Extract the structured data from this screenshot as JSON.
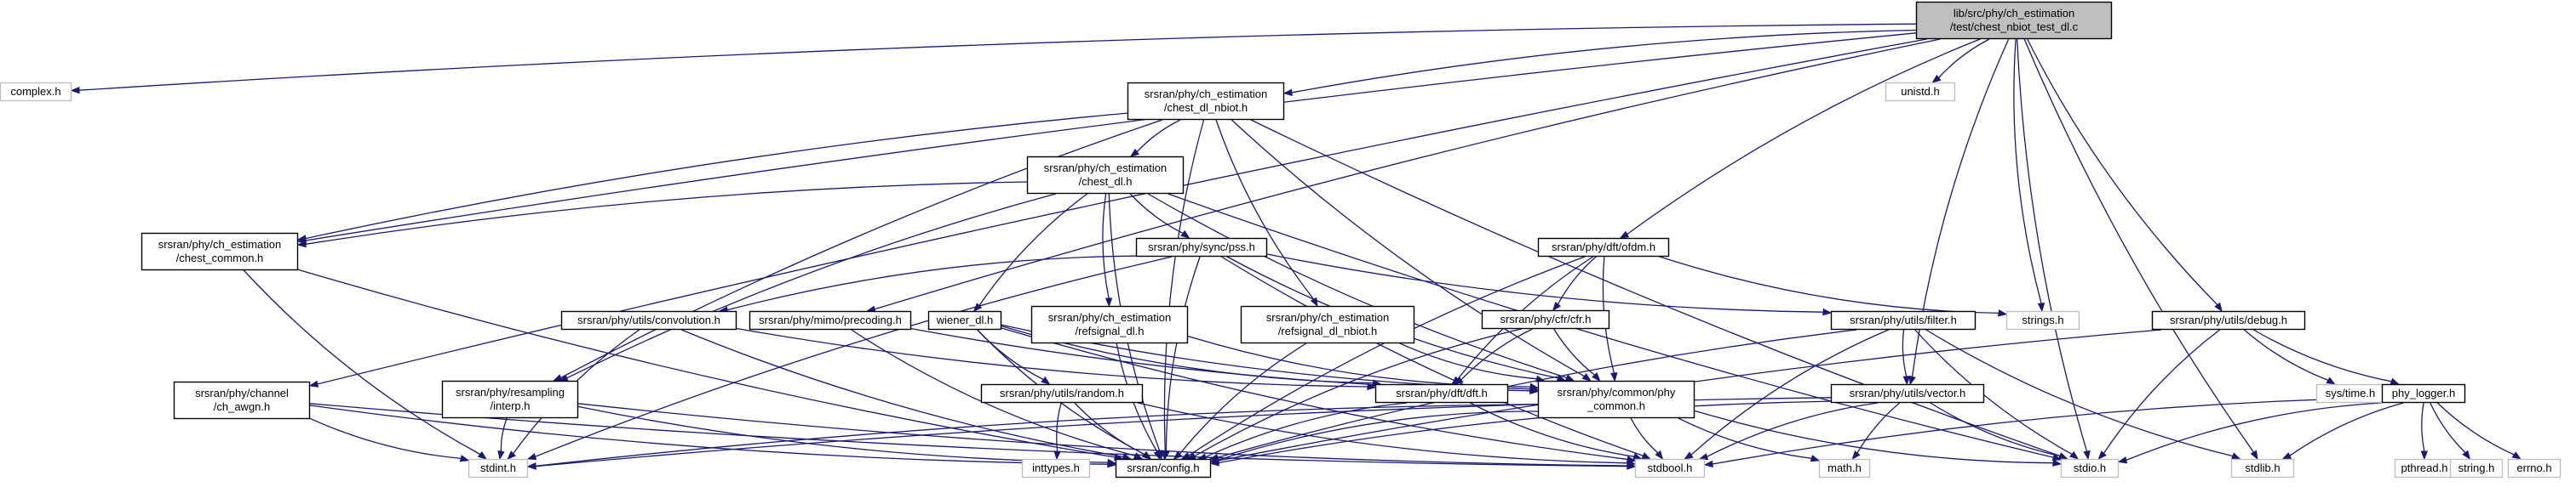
{
  "colors": {
    "edge": "#191970",
    "root_fill": "#bfbfbf",
    "node_border": "#000000",
    "plain_border": "#bfbfbf"
  },
  "nodes": {
    "root": {
      "lines": [
        "lib/src/phy/ch_estimation",
        "/test/chest_nbiot_test_dl.c"
      ],
      "kind": "root"
    },
    "complex": {
      "lines": [
        "complex.h"
      ],
      "kind": "plain"
    },
    "chest_dl_nbiot": {
      "lines": [
        "srsran/phy/ch_estimation",
        "/chest_dl_nbiot.h"
      ],
      "kind": "strong"
    },
    "unistd": {
      "lines": [
        "unistd.h"
      ],
      "kind": "plain"
    },
    "chest_dl": {
      "lines": [
        "srsran/phy/ch_estimation",
        "/chest_dl.h"
      ],
      "kind": "strong"
    },
    "chest_common": {
      "lines": [
        "srsran/phy/ch_estimation",
        "/chest_common.h"
      ],
      "kind": "strong"
    },
    "pss": {
      "lines": [
        "srsran/phy/sync/pss.h"
      ],
      "kind": "strong"
    },
    "ofdm": {
      "lines": [
        "srsran/phy/dft/ofdm.h"
      ],
      "kind": "strong"
    },
    "strings": {
      "lines": [
        "strings.h"
      ],
      "kind": "plain"
    },
    "debug": {
      "lines": [
        "srsran/phy/utils/debug.h"
      ],
      "kind": "strong"
    },
    "cfr": {
      "lines": [
        "srsran/phy/cfr/cfr.h"
      ],
      "kind": "strong"
    },
    "convolution": {
      "lines": [
        "srsran/phy/utils/convolution.h"
      ],
      "kind": "strong"
    },
    "precoding": {
      "lines": [
        "srsran/phy/mimo/precoding.h"
      ],
      "kind": "strong"
    },
    "wiener": {
      "lines": [
        "wiener_dl.h"
      ],
      "kind": "strong"
    },
    "refsignal_dl": {
      "lines": [
        "srsran/phy/ch_estimation",
        "/refsignal_dl.h"
      ],
      "kind": "strong"
    },
    "refsignal_dl_nbiot": {
      "lines": [
        "srsran/phy/ch_estimation",
        "/refsignal_dl_nbiot.h"
      ],
      "kind": "strong"
    },
    "filter": {
      "lines": [
        "srsran/phy/utils/filter.h"
      ],
      "kind": "strong"
    },
    "ch_awgn": {
      "lines": [
        "srsran/phy/channel",
        "/ch_awgn.h"
      ],
      "kind": "strong"
    },
    "interp": {
      "lines": [
        "srsran/phy/resampling",
        "/interp.h"
      ],
      "kind": "strong"
    },
    "random": {
      "lines": [
        "srsran/phy/utils/random.h"
      ],
      "kind": "strong"
    },
    "dft": {
      "lines": [
        "srsran/phy/dft/dft.h"
      ],
      "kind": "strong"
    },
    "phy_common": {
      "lines": [
        "srsran/phy/common/phy",
        "_common.h"
      ],
      "kind": "strong"
    },
    "vector": {
      "lines": [
        "srsran/phy/utils/vector.h"
      ],
      "kind": "strong"
    },
    "systime": {
      "lines": [
        "sys/time.h"
      ],
      "kind": "plain"
    },
    "phy_logger": {
      "lines": [
        "phy_logger.h"
      ],
      "kind": "strong"
    },
    "stdint": {
      "lines": [
        "stdint.h"
      ],
      "kind": "plain"
    },
    "inttypes": {
      "lines": [
        "inttypes.h"
      ],
      "kind": "plain"
    },
    "config": {
      "lines": [
        "srsran/config.h"
      ],
      "kind": "strong"
    },
    "stdbool": {
      "lines": [
        "stdbool.h"
      ],
      "kind": "plain"
    },
    "math": {
      "lines": [
        "math.h"
      ],
      "kind": "plain"
    },
    "stdio": {
      "lines": [
        "stdio.h"
      ],
      "kind": "plain"
    },
    "stdlib": {
      "lines": [
        "stdlib.h"
      ],
      "kind": "plain"
    },
    "pthread": {
      "lines": [
        "pthread.h"
      ],
      "kind": "plain"
    },
    "string": {
      "lines": [
        "string.h"
      ],
      "kind": "plain"
    },
    "errno": {
      "lines": [
        "errno.h"
      ],
      "kind": "plain"
    }
  },
  "edges": [
    [
      "root",
      "complex"
    ],
    [
      "root",
      "chest_dl_nbiot"
    ],
    [
      "root",
      "unistd"
    ],
    [
      "root",
      "chest_common"
    ],
    [
      "root",
      "ch_awgn"
    ],
    [
      "root",
      "precoding"
    ],
    [
      "root",
      "ofdm"
    ],
    [
      "root",
      "strings"
    ],
    [
      "root",
      "debug"
    ],
    [
      "root",
      "vector"
    ],
    [
      "root",
      "stdio"
    ],
    [
      "root",
      "stdlib"
    ],
    [
      "chest_dl_nbiot",
      "chest_dl"
    ],
    [
      "chest_dl_nbiot",
      "chest_common"
    ],
    [
      "chest_dl_nbiot",
      "interp"
    ],
    [
      "chest_dl_nbiot",
      "refsignal_dl_nbiot"
    ],
    [
      "chest_dl_nbiot",
      "phy_common"
    ],
    [
      "chest_dl_nbiot",
      "config"
    ],
    [
      "chest_dl_nbiot",
      "stdio"
    ],
    [
      "chest_dl",
      "chest_common"
    ],
    [
      "chest_dl",
      "pss"
    ],
    [
      "chest_dl",
      "wiener"
    ],
    [
      "chest_dl",
      "refsignal_dl"
    ],
    [
      "chest_dl",
      "interp"
    ],
    [
      "chest_dl",
      "phy_common"
    ],
    [
      "chest_dl",
      "config"
    ],
    [
      "chest_dl",
      "stdio"
    ],
    [
      "chest_common",
      "stdint"
    ],
    [
      "chest_common",
      "config"
    ],
    [
      "pss",
      "convolution"
    ],
    [
      "pss",
      "filter"
    ],
    [
      "pss",
      "phy_common"
    ],
    [
      "pss",
      "config"
    ],
    [
      "pss",
      "stdint"
    ],
    [
      "pss",
      "stdbool"
    ],
    [
      "ofdm",
      "cfr"
    ],
    [
      "ofdm",
      "dft"
    ],
    [
      "ofdm",
      "phy_common"
    ],
    [
      "ofdm",
      "config"
    ],
    [
      "ofdm",
      "strings"
    ],
    [
      "cfr",
      "dft"
    ],
    [
      "cfr",
      "phy_common"
    ],
    [
      "cfr",
      "config"
    ],
    [
      "convolution",
      "dft"
    ],
    [
      "convolution",
      "config"
    ],
    [
      "convolution",
      "stdint"
    ],
    [
      "precoding",
      "phy_common"
    ],
    [
      "precoding",
      "config"
    ],
    [
      "wiener",
      "random"
    ],
    [
      "wiener",
      "dft"
    ],
    [
      "wiener",
      "phy_common"
    ],
    [
      "wiener",
      "config"
    ],
    [
      "wiener",
      "stdbool"
    ],
    [
      "refsignal_dl",
      "phy_common"
    ],
    [
      "refsignal_dl",
      "config"
    ],
    [
      "refsignal_dl_nbiot",
      "phy_common"
    ],
    [
      "refsignal_dl_nbiot",
      "config"
    ],
    [
      "filter",
      "vector"
    ],
    [
      "filter",
      "config"
    ],
    [
      "filter",
      "stdbool"
    ],
    [
      "filter",
      "stdio"
    ],
    [
      "filter",
      "stdlib"
    ],
    [
      "ch_awgn",
      "stdint"
    ],
    [
      "ch_awgn",
      "config"
    ],
    [
      "ch_awgn",
      "stdbool"
    ],
    [
      "interp",
      "stdint"
    ],
    [
      "interp",
      "config"
    ],
    [
      "interp",
      "stdbool"
    ],
    [
      "random",
      "inttypes"
    ],
    [
      "random",
      "config"
    ],
    [
      "random",
      "stdbool"
    ],
    [
      "dft",
      "config"
    ],
    [
      "dft",
      "stdbool"
    ],
    [
      "phy_common",
      "config"
    ],
    [
      "phy_common",
      "stdbool"
    ],
    [
      "phy_common",
      "math"
    ],
    [
      "phy_common",
      "stdio"
    ],
    [
      "phy_common",
      "stdint"
    ],
    [
      "vector",
      "config"
    ],
    [
      "vector",
      "stdint"
    ],
    [
      "vector",
      "stdbool"
    ],
    [
      "vector",
      "math"
    ],
    [
      "vector",
      "stdio"
    ],
    [
      "debug",
      "systime"
    ],
    [
      "debug",
      "phy_logger"
    ],
    [
      "debug",
      "stdio"
    ],
    [
      "debug",
      "config"
    ],
    [
      "phy_logger",
      "stdio"
    ],
    [
      "phy_logger",
      "stdlib"
    ],
    [
      "phy_logger",
      "pthread"
    ],
    [
      "phy_logger",
      "string"
    ],
    [
      "phy_logger",
      "errno"
    ],
    [
      "phy_logger",
      "stdbool"
    ]
  ]
}
